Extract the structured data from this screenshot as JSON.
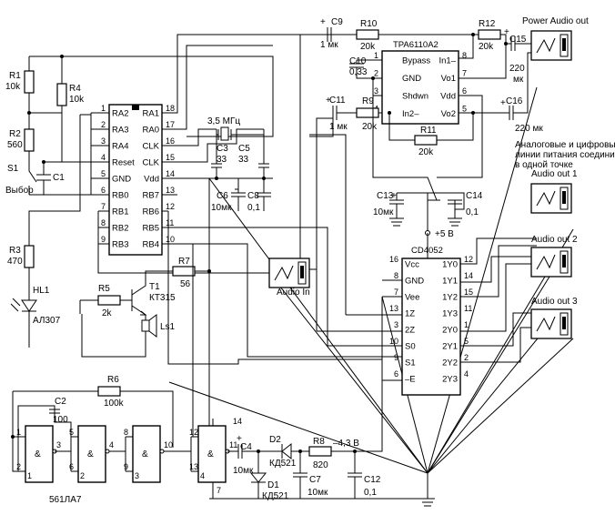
{
  "resistors": {
    "r1": {
      "ref": "R1",
      "val": "10k"
    },
    "r2": {
      "ref": "R2",
      "val": "560"
    },
    "r3": {
      "ref": "R3",
      "val": "470"
    },
    "r4": {
      "ref": "R4",
      "val": "10k"
    },
    "r5": {
      "ref": "R5",
      "val": "2k"
    },
    "r6": {
      "ref": "R6",
      "val": "100k"
    },
    "r7": {
      "ref": "R7",
      "val": "56"
    },
    "r8": {
      "ref": "R8",
      "val": "820"
    },
    "r9": {
      "ref": "R9",
      "val": "20k"
    },
    "r10": {
      "ref": "R10",
      "val": "20k"
    },
    "r11": {
      "ref": "R11",
      "val": "20k"
    },
    "r12": {
      "ref": "R12",
      "val": "20k"
    }
  },
  "capacitors": {
    "c1": {
      "ref": "C1",
      "val": ""
    },
    "c2": {
      "ref": "C2",
      "val": "100"
    },
    "c3": {
      "ref": "C3",
      "val": "33"
    },
    "c4": {
      "ref": "C4",
      "val": "10мк"
    },
    "c5": {
      "ref": "C5",
      "val": "33"
    },
    "c6": {
      "ref": "C6",
      "val": "10мк"
    },
    "c7": {
      "ref": "C7",
      "val": "10мк"
    },
    "c8": {
      "ref": "C8",
      "val": "0,1"
    },
    "c9": {
      "ref": "C9",
      "val": "1 мк"
    },
    "c10": {
      "ref": "C10",
      "val": "0,33"
    },
    "c11": {
      "ref": "C11",
      "val": "1 мк"
    },
    "c12": {
      "ref": "C12",
      "val": "0,1"
    },
    "c13": {
      "ref": "C13",
      "val": "10мк"
    },
    "c14": {
      "ref": "C14",
      "val": "0,1"
    },
    "c15": {
      "ref": "C15",
      "val": "220",
      "val2": "мк"
    },
    "c16": {
      "ref": "C16",
      "val": "220 мк"
    }
  },
  "mcu": {
    "pins_left": [
      {
        "num": "1",
        "name": "RA2"
      },
      {
        "num": "2",
        "name": "RA3"
      },
      {
        "num": "3",
        "name": "RA4"
      },
      {
        "num": "4",
        "name": "Reset"
      },
      {
        "num": "5",
        "name": "GND"
      },
      {
        "num": "6",
        "name": "RB0"
      },
      {
        "num": "7",
        "name": "RB1"
      },
      {
        "num": "8",
        "name": "RB2"
      },
      {
        "num": "9",
        "name": "RB3"
      }
    ],
    "pins_right": [
      {
        "num": "18",
        "name": "RA1"
      },
      {
        "num": "17",
        "name": "RA0"
      },
      {
        "num": "16",
        "name": "CLK"
      },
      {
        "num": "15",
        "name": "CLK"
      },
      {
        "num": "14",
        "name": "Vdd"
      },
      {
        "num": "13",
        "name": "RB7"
      },
      {
        "num": "12",
        "name": "RB6"
      },
      {
        "num": "11",
        "name": "RB5"
      },
      {
        "num": "10",
        "name": "RB4"
      }
    ]
  },
  "crystal": {
    "label": "3,5 МГц"
  },
  "amp": {
    "name": "TPA6110A2",
    "pins_left": [
      {
        "num": "1",
        "name": "Bypass"
      },
      {
        "num": "2",
        "name": "GND"
      },
      {
        "num": "3",
        "name": "Shdwn"
      },
      {
        "num": "4",
        "name": "In2–"
      }
    ],
    "pins_right": [
      {
        "num": "8",
        "name": "In1–"
      },
      {
        "num": "7",
        "name": "Vo1"
      },
      {
        "num": "6",
        "name": "Vdd"
      },
      {
        "num": "5",
        "name": "Vo2"
      }
    ]
  },
  "mux": {
    "name": "CD4052",
    "pins_left": [
      {
        "num": "16",
        "name": "Vcc"
      },
      {
        "num": "8",
        "name": "GND"
      },
      {
        "num": "7",
        "name": "Vee"
      },
      {
        "num": "13",
        "name": "1Z"
      },
      {
        "num": "3",
        "name": "2Z"
      },
      {
        "num": "10",
        "name": "S0"
      },
      {
        "num": "9",
        "name": "S1"
      },
      {
        "num": "6",
        "name": "–E"
      }
    ],
    "pins_right": [
      {
        "num": "12",
        "name": "1Y0"
      },
      {
        "num": "14",
        "name": "1Y1"
      },
      {
        "num": "15",
        "name": "1Y2"
      },
      {
        "num": "11",
        "name": "1Y3"
      },
      {
        "num": "1",
        "name": "2Y0"
      },
      {
        "num": "5",
        "name": "2Y1"
      },
      {
        "num": "2",
        "name": "2Y2"
      },
      {
        "num": "4",
        "name": "2Y3"
      }
    ]
  },
  "jacks": {
    "power_out": "Power Audio out",
    "out1": "Audio out 1",
    "out2": "Audio out 2",
    "out3": "Audio out 3",
    "in": "Audio In"
  },
  "note": [
    "Аналоговые и цифровые",
    "линии питания соединить",
    "в одной точке"
  ],
  "parts": {
    "s1": "S1",
    "s1_label": "Выбор",
    "hl1": "HL1",
    "hl1_type": "АЛ307",
    "t1": "T1",
    "t1_type": "КТ315",
    "ls1": "Ls1",
    "d1": "D1",
    "d1_type": "КД521",
    "d2": "D2",
    "d2_type": "КД521",
    "logic": "561ЛА7",
    "plus5": "+5 В",
    "minus43": "–4,3 В"
  },
  "gates": {
    "g1": {
      "sym": "&",
      "in_a": "1",
      "in_b": "2",
      "out": "3",
      "sub": "1"
    },
    "g2": {
      "sym": "&",
      "in_a": "5",
      "in_b": "6",
      "out": "4",
      "sub": "2"
    },
    "g3": {
      "sym": "&",
      "in_a": "8",
      "in_b": "9",
      "out": "10",
      "sub": "3"
    },
    "g4": {
      "sym": "&",
      "in_a": "12",
      "in_b": "13",
      "out": "11",
      "sub": "4",
      "vcc": "14",
      "gnd": "7"
    }
  }
}
